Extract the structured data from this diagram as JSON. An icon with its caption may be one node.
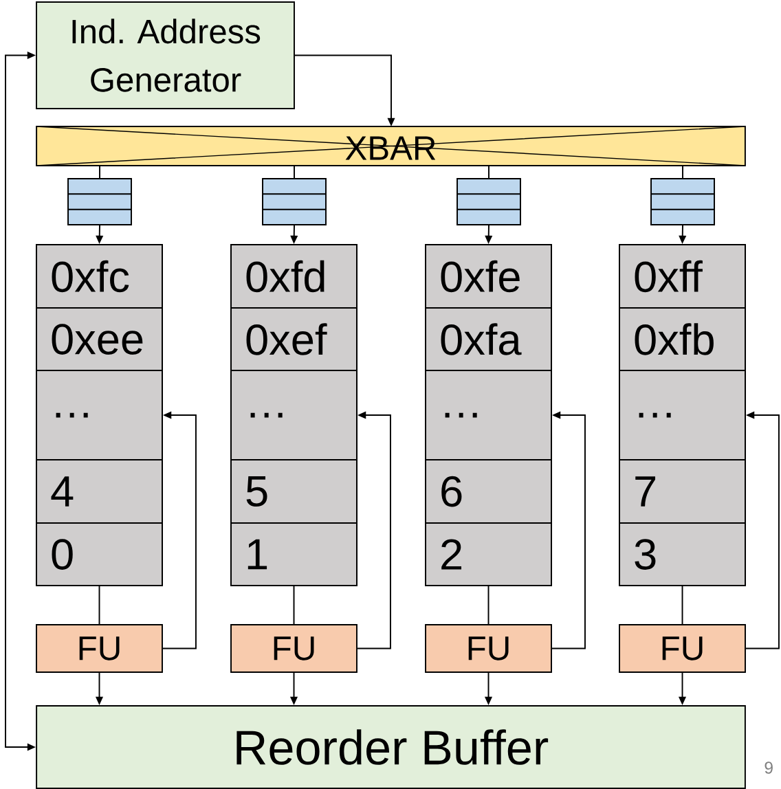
{
  "diagram": {
    "nodes": [
      {
        "text": [
          "Ind. Address Generator"
        ]
      },
      {
        "text": [
          "XBAR"
        ]
      },
      {
        "text": [],
        "shape": "box"
      },
      {
        "text": [],
        "shape": "box"
      },
      {
        "text": [],
        "shape": "box"
      },
      {
        "text": [],
        "shape": "box"
      },
      {
        "text": [],
        "shape": "box"
      },
      {
        "text": [
          "0xfc"
        ],
        "in": 6
      },
      {
        "text": [
          "0xee"
        ],
        "in": 6
      },
      {
        "text": [
          "…"
        ],
        "in": 6
      },
      {
        "text": [
          "4"
        ],
        "in": 6
      },
      {
        "text": [
          "0"
        ],
        "in": 6
      },
      {
        "text": [],
        "shape": "box"
      },
      {
        "text": [
          "0xfd"
        ],
        "in": 12
      },
      {
        "text": [
          "0xef"
        ],
        "in": 12
      },
      {
        "text": [
          "…"
        ],
        "in": 12
      },
      {
        "text": [
          "5"
        ],
        "in": 12
      },
      {
        "text": [
          "1"
        ],
        "in": 12
      },
      {
        "text": [],
        "shape": "box"
      },
      {
        "text": [
          "0xfe"
        ],
        "in": 18
      },
      {
        "text": [
          "0xfa"
        ],
        "in": 18
      },
      {
        "text": [
          "…"
        ],
        "in": 18
      },
      {
        "text": [
          "6"
        ],
        "in": 18
      },
      {
        "text": [
          "2"
        ],
        "in": 18
      },
      {
        "text": [],
        "shape": "box"
      },
      {
        "text": [
          "0xff"
        ],
        "in": 24
      },
      {
        "text": [
          "0xfb"
        ],
        "in": 24
      },
      {
        "text": [
          "…"
        ],
        "in": 24
      },
      {
        "text": [
          "7"
        ],
        "in": 24
      },
      {
        "text": [
          "3"
        ],
        "in": 24
      },
      {
        "text": [
          "FU"
        ]
      },
      {
        "text": [
          "FU"
        ]
      },
      {
        "text": [
          "FU"
        ]
      },
      {
        "text": [
          "FU"
        ]
      },
      {
        "text": [
          "Reorder Buffer"
        ]
      }
    ],
    "edges": [
      {
        "from": 0,
        "to": 1,
        "arrow": "to"
      },
      {
        "from": 1,
        "to": 2,
        "arrow": "none"
      },
      {
        "from": 2,
        "to": 6,
        "arrow": "to"
      },
      {
        "from": 6,
        "to": 30,
        "arrow": "none"
      },
      {
        "from": 30,
        "to": 9,
        "arrow": "to"
      },
      {
        "from": 30,
        "to": 34,
        "arrow": "to"
      },
      {
        "from": 1,
        "to": 3,
        "arrow": "none"
      },
      {
        "from": 3,
        "to": 12,
        "arrow": "to"
      },
      {
        "from": 12,
        "to": 31,
        "arrow": "none"
      },
      {
        "from": 31,
        "to": 15,
        "arrow": "to"
      },
      {
        "from": 31,
        "to": 34,
        "arrow": "to"
      },
      {
        "from": 1,
        "to": 4,
        "arrow": "none"
      },
      {
        "from": 4,
        "to": 18,
        "arrow": "to"
      },
      {
        "from": 18,
        "to": 32,
        "arrow": "none"
      },
      {
        "from": 32,
        "to": 21,
        "arrow": "to"
      },
      {
        "from": 32,
        "to": 34,
        "arrow": "to"
      },
      {
        "from": 1,
        "to": 5,
        "arrow": "none"
      },
      {
        "from": 5,
        "to": 24,
        "arrow": "to"
      },
      {
        "from": 24,
        "to": 33,
        "arrow": "none"
      },
      {
        "from": 33,
        "to": 27,
        "arrow": "to"
      },
      {
        "from": 33,
        "to": 34,
        "arrow": "to"
      },
      {
        "from": 34,
        "to": 0,
        "arrow": "both"
      }
    ],
    "labels": [
      "9"
    ]
  }
}
